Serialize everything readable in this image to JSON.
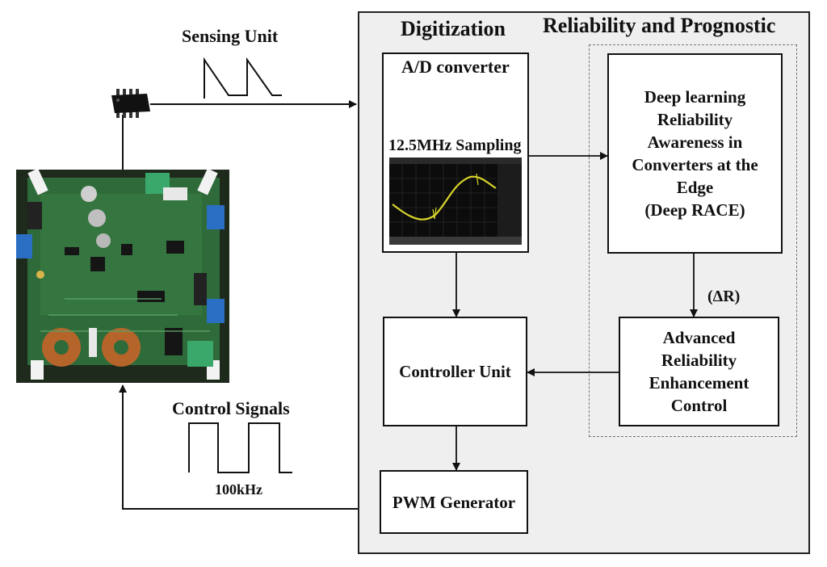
{
  "labels": {
    "sensing_unit": "Sensing Unit",
    "digitization": "Digitization",
    "reliability_prognostic": "Reliability and Prognostic",
    "ad_converter": "A/D converter",
    "sampling": "12.5MHz Sampling",
    "delta_r": "(ΔR)",
    "control_signals": "Control Signals",
    "frequency": "100kHz"
  },
  "blocks": {
    "deep_race": "Deep learning\nReliability\nAwareness in\nConverters at the\nEdge\n(Deep RACE)",
    "controller": "Controller Unit",
    "arec": "Advanced\nReliability\nEnhancement\nControl",
    "pwm": "PWM Generator"
  },
  "colors": {
    "panel_bg": "#efefef",
    "pcb_green": "#2f6b3a",
    "scope_trace": "#d8d42a",
    "inductor_copper": "#b5652a"
  }
}
